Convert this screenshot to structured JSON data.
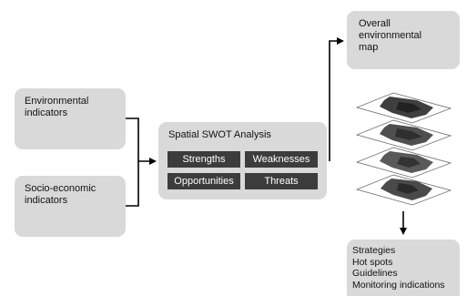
{
  "boxes": {
    "environmental_indicators": "Environmental\nindicators",
    "socio_economic_indicators": "Socio-economic\nindicators",
    "overall_map": "Overall\nenvironmental\nmap",
    "outputs": "Strategies\nHot spots\nGuidelines\nMonitoring indications"
  },
  "swot": {
    "title": "Spatial SWOT Analysis",
    "cells": [
      "Strengths",
      "Weaknesses",
      "Opportunities",
      "Threats"
    ]
  },
  "map_layers": 4,
  "colors": {
    "box_fill": "#d9d9d9",
    "cell_fill": "#3c3c3c",
    "cell_text": "#ffffff",
    "arrow": "#000000"
  }
}
